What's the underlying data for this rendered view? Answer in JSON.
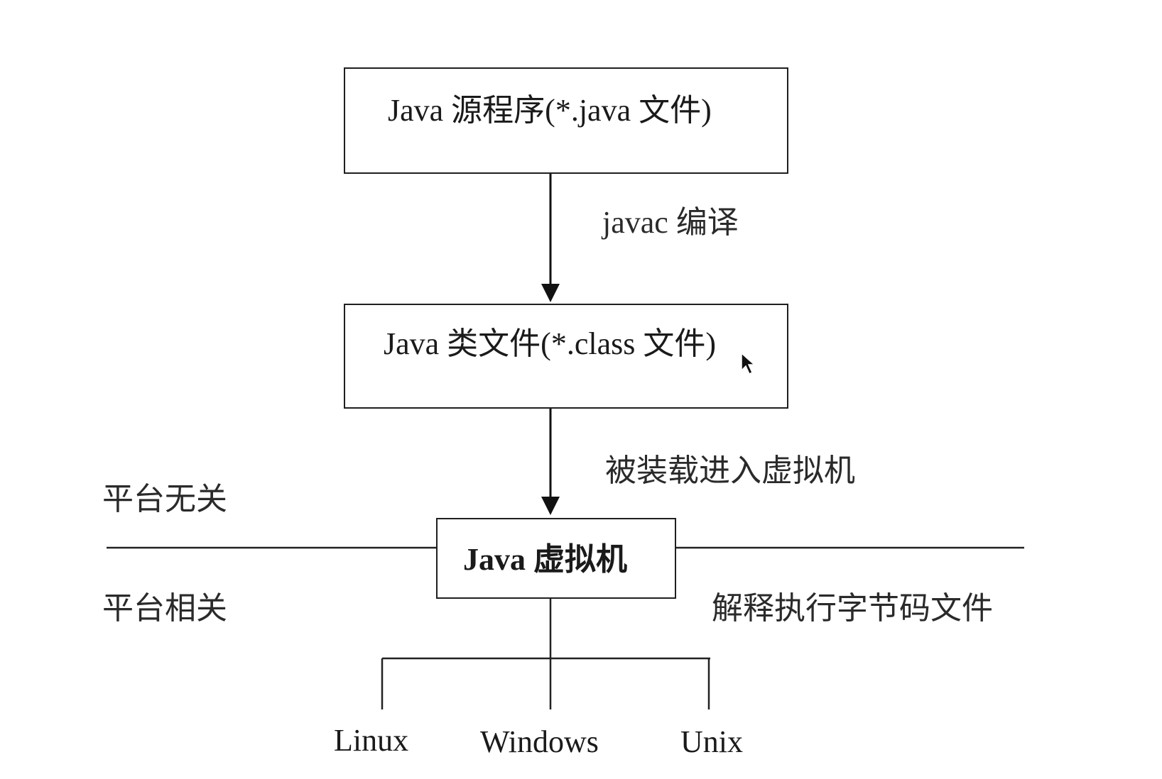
{
  "nodes": {
    "source": {
      "label": "Java 源程序(*.java 文件)"
    },
    "classfile": {
      "label": "Java 类文件(*.class 文件)"
    },
    "jvm": {
      "label": "Java 虚拟机"
    }
  },
  "edges": {
    "compile": {
      "label": "javac 编译"
    },
    "load": {
      "label": "被装载进入虚拟机"
    }
  },
  "regions": {
    "platform_independent": "平台无关",
    "platform_dependent": "平台相关",
    "interpret": "解释执行字节码文件"
  },
  "platforms": [
    "Linux",
    "Windows",
    "Unix"
  ]
}
